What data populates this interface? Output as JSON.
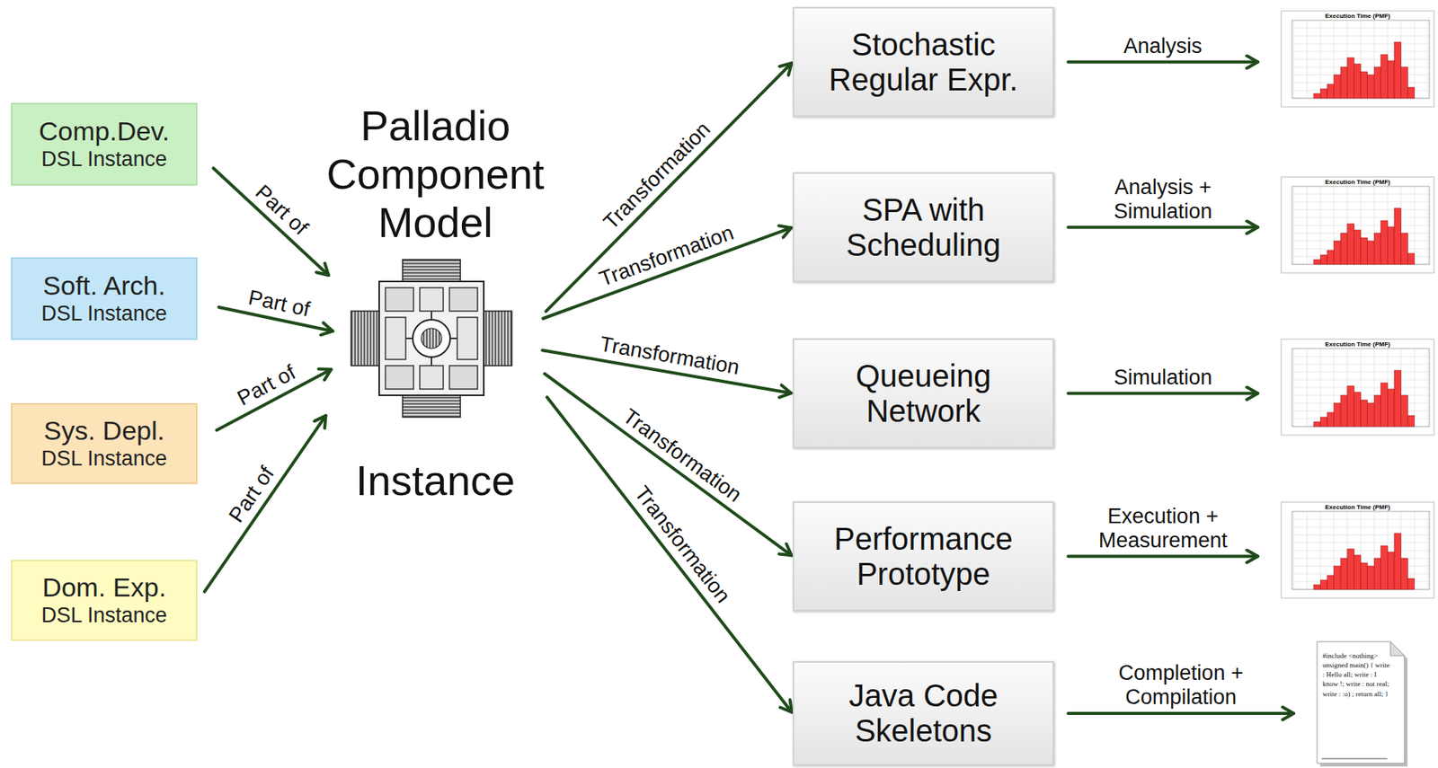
{
  "diagram": {
    "nodes": [
      {
        "text": [
          "Comp.Dev.",
          "DSL Instance"
        ]
      },
      {
        "text": [
          "Soft. Arch.",
          "DSL Instance"
        ]
      },
      {
        "text": [
          "Sys. Depl.",
          "DSL Instance"
        ]
      },
      {
        "text": [
          "Dom. Exp.",
          "DSL Instance"
        ]
      },
      {
        "text": [
          "Palladio Component Model",
          "Instance"
        ]
      },
      {
        "text": [
          "Stochastic Regular Expr."
        ]
      },
      {
        "text": [
          "SPA with Scheduling"
        ]
      },
      {
        "text": [
          "Queueing Network"
        ]
      },
      {
        "text": [
          "Performance Prototype"
        ]
      },
      {
        "text": [
          "Java Code Skeletons"
        ]
      },
      {
        "text": [
          "Execution Time (PMF)"
        ]
      },
      {
        "text": [
          "Execution Time (PMF)"
        ]
      },
      {
        "text": [
          "Execution Time (PMF)"
        ]
      },
      {
        "text": [
          "Execution Time (PMF)"
        ]
      },
      {
        "text": [
          "#include <nothing> unsigned main() { write : Hello all; write : I know !; write : not real; write : :o) ; return all; }"
        ]
      }
    ],
    "edges": [
      {
        "from": 0,
        "to": 4,
        "label": "Part of",
        "arrow": "to"
      },
      {
        "from": 1,
        "to": 4,
        "label": "Part of",
        "arrow": "to"
      },
      {
        "from": 2,
        "to": 4,
        "label": "Part of",
        "arrow": "to"
      },
      {
        "from": 3,
        "to": 4,
        "label": "Part of",
        "arrow": "to"
      },
      {
        "from": 4,
        "to": 5,
        "label": "Transformation",
        "arrow": "to"
      },
      {
        "from": 4,
        "to": 6,
        "label": "Transformation",
        "arrow": "to"
      },
      {
        "from": 4,
        "to": 7,
        "label": "Transformation",
        "arrow": "to"
      },
      {
        "from": 4,
        "to": 8,
        "label": "Transformation",
        "arrow": "to"
      },
      {
        "from": 4,
        "to": 9,
        "label": "Transformation",
        "arrow": "to"
      },
      {
        "from": 5,
        "to": 10,
        "label": "Analysis",
        "arrow": "to"
      },
      {
        "from": 6,
        "to": 11,
        "label": "Analysis + Simulation",
        "arrow": "to"
      },
      {
        "from": 7,
        "to": 12,
        "label": "Simulation",
        "arrow": "to"
      },
      {
        "from": 8,
        "to": 13,
        "label": "Execution + Measurement",
        "arrow": "to"
      },
      {
        "from": 9,
        "to": 14,
        "label": "Completion + Compilation",
        "arrow": "to"
      }
    ]
  }
}
